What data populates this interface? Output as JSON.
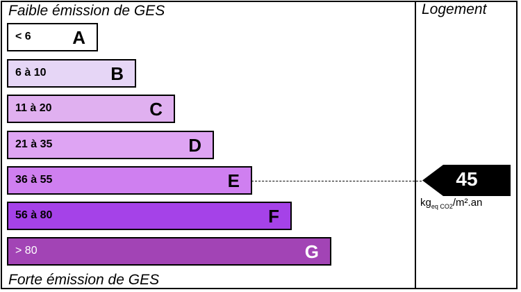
{
  "header": {
    "top_label": "Faible émission de GES",
    "bottom_label": "Forte émission de GES",
    "column_title": "Logement"
  },
  "classes": [
    {
      "range": "< 6",
      "letter": "A",
      "color": "#ffffff"
    },
    {
      "range": "6 à 10",
      "letter": "B",
      "color": "#e6d6f6"
    },
    {
      "range": "11 à 20",
      "letter": "C",
      "color": "#e0b0f0"
    },
    {
      "range": "21 à 35",
      "letter": "D",
      "color": "#dea4f3"
    },
    {
      "range": "36 à 55",
      "letter": "E",
      "color": "#cf7ff0"
    },
    {
      "range": "56 à 80",
      "letter": "F",
      "color": "#a542e8"
    },
    {
      "range": "> 80",
      "letter": "G",
      "color": "#a244b5"
    }
  ],
  "indicator": {
    "value": "45",
    "class_letter": "E",
    "unit_main": "kg",
    "unit_sub": "eq CO2",
    "unit_rest": "/m².an"
  }
}
